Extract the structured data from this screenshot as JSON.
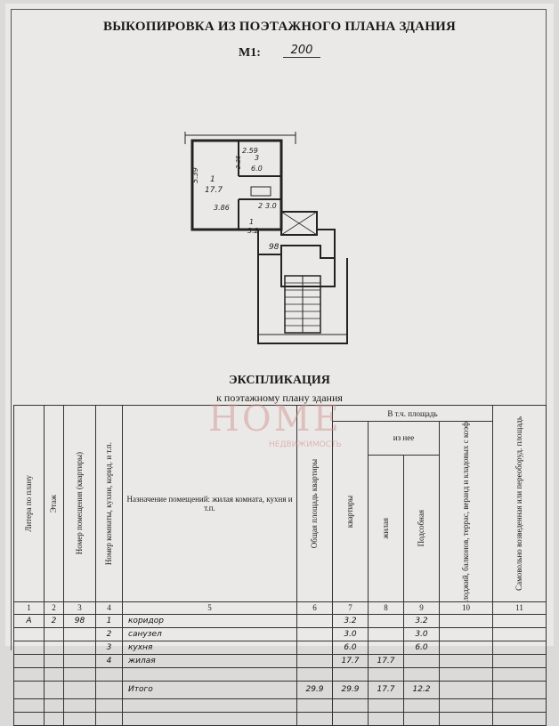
{
  "header": {
    "title": "ВЫКОПИРОВКА ИЗ ПОЭТАЖНОГО ПЛАНА ЗДАНИЯ",
    "scale_label": "М1:",
    "scale_value": "200"
  },
  "plan": {
    "labels": {
      "width_top": "2.59",
      "height_left": "5.39",
      "room3_height": "2.35",
      "room3_no": "3",
      "room3_area": "6.0",
      "room1_no": "1",
      "room1_area": "17.7",
      "room1_width": "3.86",
      "room2_no": "2",
      "room2_area": "3.0",
      "corridor_no": "1",
      "corridor_area": "3.2",
      "apartment_no": "98"
    }
  },
  "explication": {
    "title": "ЭКСПЛИКАЦИЯ",
    "subtitle": "к поэтажному плану здания"
  },
  "watermark": {
    "brand": "HOME",
    "tagline": "НЕДВИЖИМОСТЬ"
  },
  "table": {
    "headers": {
      "litera": "Литера по плану",
      "floor": "Этаж",
      "apt_no": "Номер помещения (квартиры)",
      "room_no": "Номер комнаты, кухни, корид. и т.п.",
      "name": "Назначение помещений: жилая комната, кухня и т.п.",
      "total_area": "Общая площадь квартиры",
      "incl_area": "В т.ч. площадь",
      "apartments": "квартиры",
      "of_which": "из нее",
      "living": "жилая",
      "auxiliary": "Подсобная",
      "loggias": "лоджий, балконов, террас, веранд и кладовых с коэф",
      "unauthorized": "Самовольно возведенная или переоборуд. площадь"
    },
    "col_numbers": [
      "1",
      "2",
      "3",
      "4",
      "5",
      "6",
      "7",
      "8",
      "9",
      "10",
      "11"
    ],
    "rows": [
      {
        "litera": "А",
        "floor": "2",
        "apt": "98",
        "no": "1",
        "name": "коридор",
        "total": "",
        "apartment": "3.2",
        "living": "",
        "aux": "3.2"
      },
      {
        "litera": "",
        "floor": "",
        "apt": "",
        "no": "2",
        "name": "санузел",
        "total": "",
        "apartment": "3.0",
        "living": "",
        "aux": "3.0"
      },
      {
        "litera": "",
        "floor": "",
        "apt": "",
        "no": "3",
        "name": "кухня",
        "total": "",
        "apartment": "6.0",
        "living": "",
        "aux": "6.0"
      },
      {
        "litera": "",
        "floor": "",
        "apt": "",
        "no": "4",
        "name": "жилая",
        "total": "",
        "apartment": "17.7",
        "living": "17.7",
        "aux": ""
      }
    ],
    "total_row": {
      "name": "Итого",
      "total": "29.9",
      "apartment": "29.9",
      "living": "17.7",
      "aux": "12.2"
    }
  }
}
